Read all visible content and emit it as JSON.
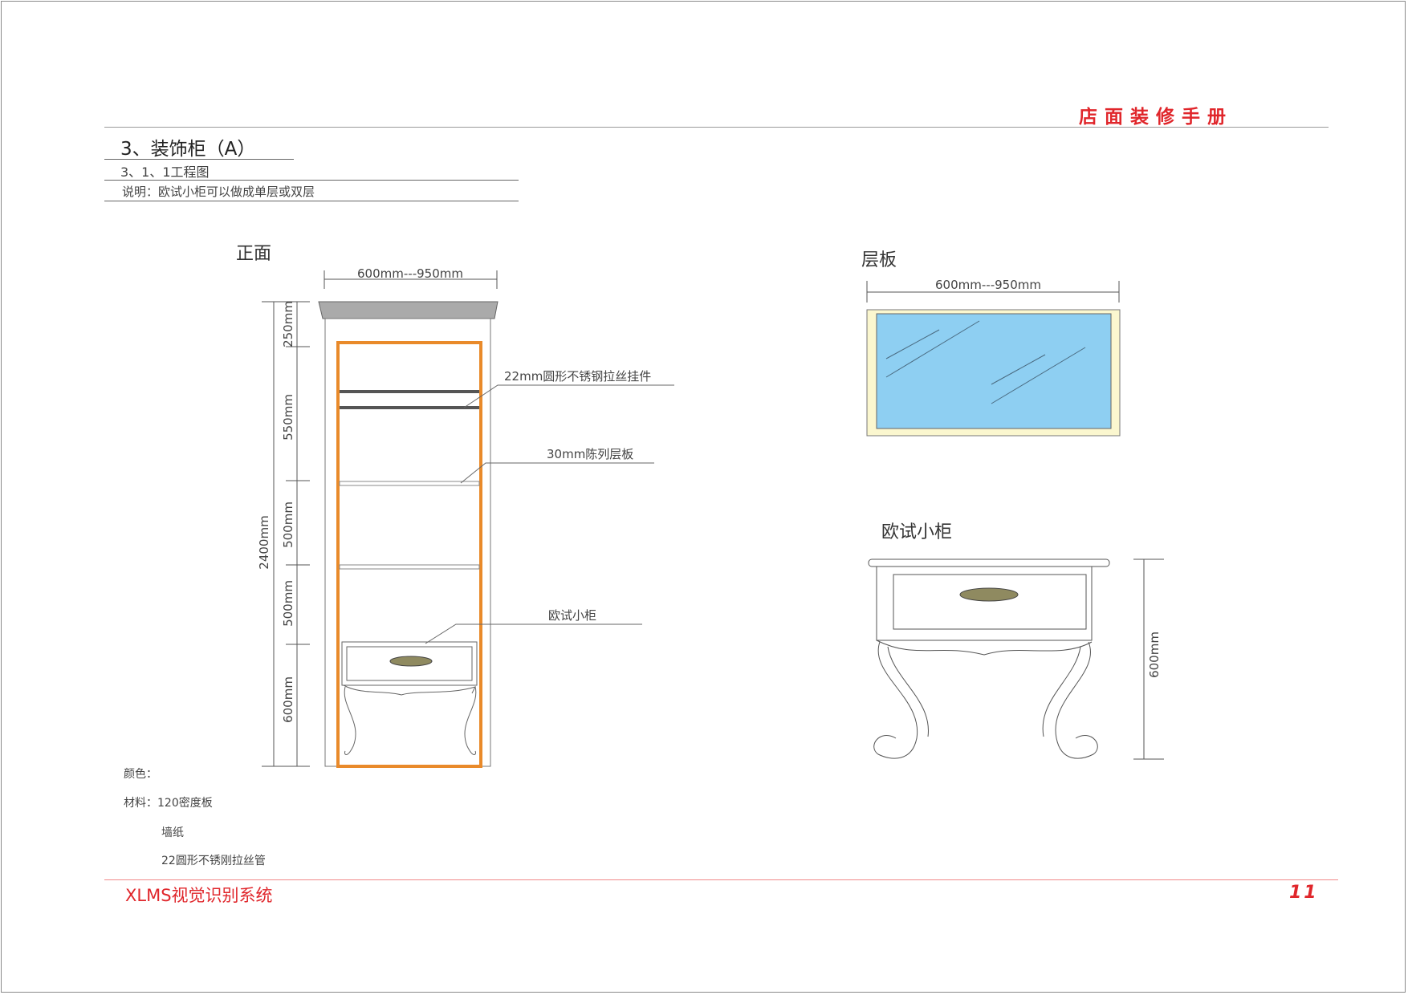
{
  "header": {
    "title": "店面装修手册"
  },
  "section": {
    "title": "3、装饰柜（A）",
    "subtitle": "3、1、1工程图",
    "description": "说明：欧试小柜可以做成单层或双层"
  },
  "front_view": {
    "label": "正面",
    "width_dim": "600mm---950mm",
    "total_height": "2400mm",
    "segments": [
      "250mm",
      "550mm",
      "500mm",
      "500mm",
      "600mm"
    ],
    "callouts": {
      "hanger": "22mm圆形不锈钢拉丝挂件",
      "shelf": "30mm陈列层板",
      "cabinet": "欧试小柜"
    },
    "colors": {
      "frame": "#e98a2a",
      "crown": "#aaaaaa"
    }
  },
  "shelf_view": {
    "label": "层板",
    "width_dim": "600mm---950mm",
    "colors": {
      "glass": "#8ecff2",
      "border": "#fbf7cf"
    }
  },
  "cabinet_view": {
    "label": "欧试小柜",
    "height_dim": "600mm"
  },
  "notes": {
    "color_label": "颜色：",
    "material_label": "材料：120密度板",
    "material_2": "墙纸",
    "material_3": "22圆形不锈刚拉丝管"
  },
  "footer": {
    "brand": "XLMS视觉识别系统",
    "page": "11"
  }
}
